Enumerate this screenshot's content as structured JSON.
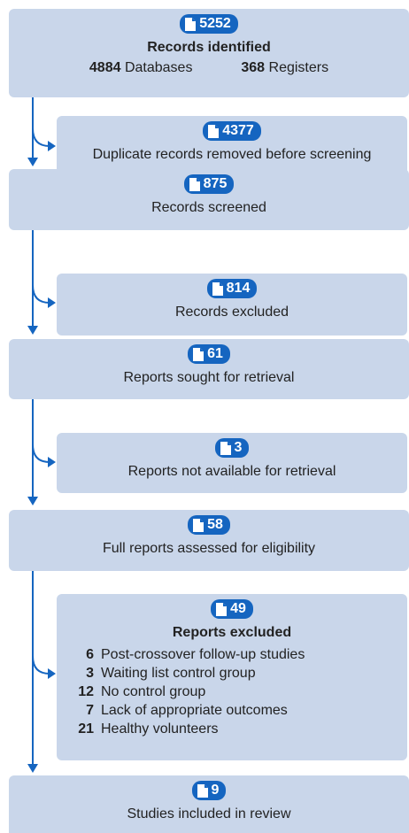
{
  "identified": {
    "count": "5252",
    "label": "Records identified",
    "databases_count": "4884",
    "databases_label": "Databases",
    "registers_count": "368",
    "registers_label": "Registers"
  },
  "duplicates": {
    "count": "4377",
    "label": "Duplicate records removed before screening"
  },
  "screened": {
    "count": "875",
    "label": "Records screened"
  },
  "excluded_records": {
    "count": "814",
    "label": "Records excluded"
  },
  "sought": {
    "count": "61",
    "label": "Reports sought for retrieval"
  },
  "not_available": {
    "count": "3",
    "label": "Reports not available for retrieval"
  },
  "assessed": {
    "count": "58",
    "label": "Full reports assessed for eligibility"
  },
  "reports_excluded": {
    "count": "49",
    "label": "Reports excluded",
    "reasons": [
      {
        "n": "6",
        "text": "Post-crossover follow-up studies"
      },
      {
        "n": "3",
        "text": "Waiting list control group"
      },
      {
        "n": "12",
        "text": "No control group"
      },
      {
        "n": "7",
        "text": "Lack of appropriate outcomes"
      },
      {
        "n": "21",
        "text": "Healthy volunteers"
      }
    ]
  },
  "included": {
    "count": "9",
    "label": "Studies included in review"
  },
  "colors": {
    "accent": "#1565c0",
    "box": "#c9d6ea"
  }
}
